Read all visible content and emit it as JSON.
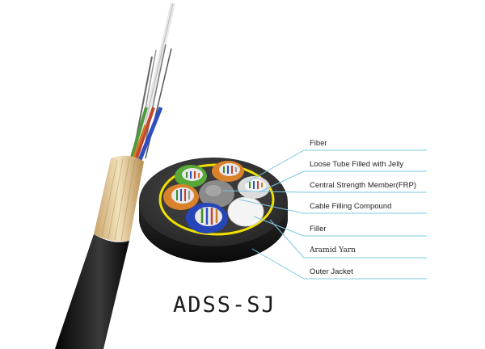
{
  "title": "ADSS-SJ",
  "labels": {
    "fiber": "Fiber",
    "loose_tube": "Loose Tube Filled with Jelly",
    "strength_member": "Central Strength Member(FRP)",
    "filling_compound": "Cable Filling Compound",
    "filler": "Filler",
    "aramid_yarn": "Aramid Yarn",
    "outer_jacket": "Outer Jacket"
  },
  "colors": {
    "leader_line": "#7ec8e3",
    "jacket": "#1c1c1c",
    "aramid_ring": "#f0e000",
    "tube_green": "#58a83a",
    "tube_orange": "#d9822b",
    "tube_blue": "#2545b8",
    "tube_white": "#dcdcdc",
    "strength_member": "#8a8a8a"
  }
}
